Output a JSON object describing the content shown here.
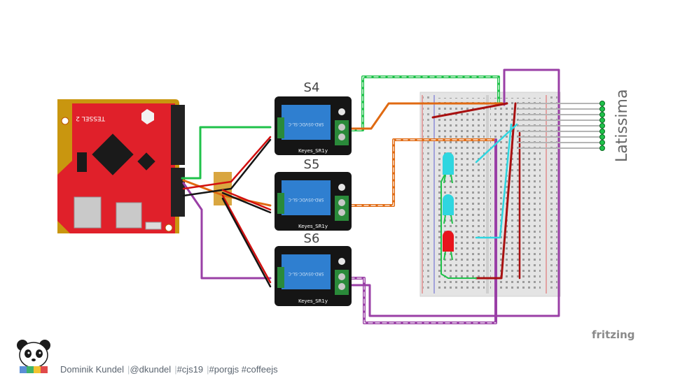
{
  "diagram": {
    "relay_labels": [
      "S4",
      "S5",
      "S6"
    ],
    "relay_module_text": "Keyes_SR1y",
    "relay_spec_text": "SRD-05VDC-SL-C",
    "board_text": "TESSEL 2",
    "side_label": "Latissima",
    "watermark": "fritzing"
  },
  "footer": {
    "author": "Dominik Kundel",
    "handle": "@dkundel",
    "tag1": "#cjs19",
    "tag2": "#porgjs #coffeejs"
  },
  "colors": {
    "board_red": "#e0202a",
    "board_gold": "#c9960f",
    "relay_blue": "#2f7fd0",
    "wire_green": "#1fc24a",
    "wire_orange": "#e06a12",
    "wire_purple": "#9a3fa6",
    "wire_red": "#d21010",
    "wire_black": "#151515",
    "led_cyan": "#2fd6e0",
    "led_red": "#e8141c"
  }
}
